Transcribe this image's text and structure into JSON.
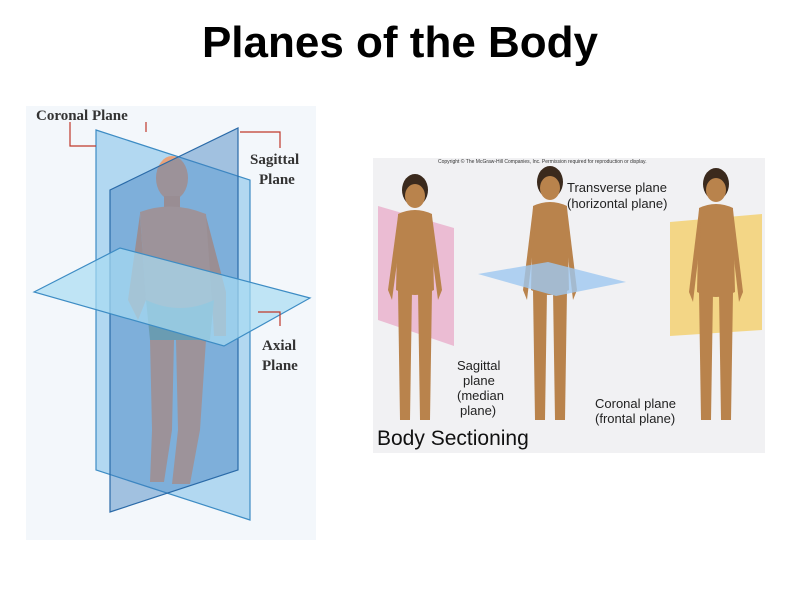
{
  "title": "Planes of the Body",
  "left_figure": {
    "coronal_label": "Coronal Plane",
    "sagittal_label_1": "Sagittal",
    "sagittal_label_2": "Plane",
    "axial_label_1": "Axial",
    "axial_label_2": "Plane"
  },
  "right_figure": {
    "copyright": "Copyright © The McGraw-Hill Companies, Inc. Permission required for reproduction or display.",
    "transverse_1": "Transverse plane",
    "transverse_2": "(horizontal plane)",
    "sagittal_1": "Sagittal",
    "sagittal_2": "plane",
    "sagittal_3": "(median",
    "sagittal_4": "plane)",
    "coronal_1": "Coronal plane",
    "coronal_2": "(frontal plane)",
    "caption": "Body Sectioning"
  },
  "colors": {
    "plane_blue": "#6fb6e6",
    "axial_blue": "#9ed3ee",
    "skin": "#e9a27a",
    "skin_dark": "#9a6a3a",
    "sagittal_pink": "#e8a9c8",
    "coronal_yellow": "#f4cf6a"
  }
}
